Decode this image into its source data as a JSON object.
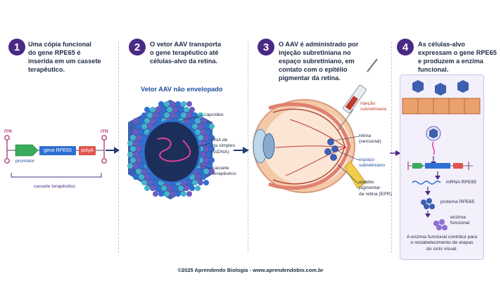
{
  "steps": [
    {
      "number": "1",
      "text": [
        "Uma cópia funcional",
        "do gene RPE65 é",
        "inserida em um cassete",
        "terapêutico."
      ]
    },
    {
      "number": "2",
      "text": [
        "O vetor AAV transporta",
        "o gene terapêutico até",
        "células-alvo da retina."
      ]
    },
    {
      "number": "3",
      "text": [
        "O AAV é administrado por",
        "injeção subretiniana no",
        "espaço subretiniano, em",
        "contato com o epitélio",
        "pigmentar da retina."
      ]
    },
    {
      "number": "4",
      "text": [
        "As células-alvo",
        "expressam o gene RPE65",
        "e produzem a enzima",
        "funcional."
      ]
    }
  ],
  "cassette": {
    "itr_left": "ITR",
    "itr_right": "ITR",
    "gene": "gene RPE65",
    "polya": "polyA",
    "promoter": "promotor",
    "caption": "cassete terapêutico"
  },
  "vector": {
    "title": "Vetor AAV não envelopado",
    "capsid": "capsídeo",
    "dna": [
      "DNA de",
      "fita simples",
      "(ssDNA)"
    ],
    "cassette": [
      "cassete",
      "terapêutico"
    ]
  },
  "eye": {
    "injection": [
      "injeção",
      "subretiniana"
    ],
    "retina": [
      "retina",
      "(sensorial)"
    ],
    "space": [
      "espaço",
      "subretiniano"
    ],
    "rpe": [
      "epitélio",
      "pigmentar",
      "da retina (EPR)"
    ]
  },
  "cell": {
    "mrna": "mRNA RPE65",
    "protein": "proteína RPE65",
    "enzyme": [
      "enzima",
      "funcional"
    ],
    "note": [
      "A enzima funcional contribui para",
      "o restabelecimento de etapas",
      "do ciclo visual."
    ]
  },
  "footer": "©2025 Aprendendo Biologia - www.aprendendobio.com.br",
  "colors": {
    "accent": "#4b2a86",
    "promoter": "#3aaa5c",
    "gene": "#2f6fd1",
    "polya": "#e0544e",
    "itr": "#b0417a",
    "capsid_blue": "#2f6fd1",
    "capsid_cyan": "#3fb6c9",
    "capsid_purple": "#6f5bbf"
  }
}
